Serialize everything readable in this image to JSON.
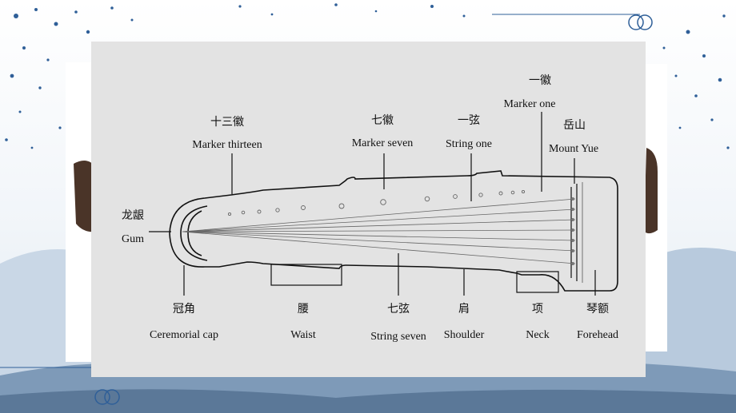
{
  "diagram": {
    "labels": [
      {
        "id": "marker-thirteen",
        "zh": "十三徽",
        "en": "Marker thirteen"
      },
      {
        "id": "marker-seven",
        "zh": "七徽",
        "en": "Marker seven"
      },
      {
        "id": "string-one",
        "zh": "一弦",
        "en": "String one"
      },
      {
        "id": "marker-one",
        "zh": "一徽",
        "en": "Marker one"
      },
      {
        "id": "mount-yue",
        "zh": "岳山",
        "en": "Mount Yue"
      },
      {
        "id": "gum",
        "zh": "龙龈",
        "en": "Gum"
      },
      {
        "id": "ceremorial-cap",
        "zh": "冠角",
        "en": "Ceremorial cap"
      },
      {
        "id": "waist",
        "zh": "腰",
        "en": "Waist"
      },
      {
        "id": "string-seven",
        "zh": "七弦",
        "en": "String seven"
      },
      {
        "id": "shoulder",
        "zh": "肩",
        "en": "Shoulder"
      },
      {
        "id": "neck",
        "zh": "项",
        "en": "Neck"
      },
      {
        "id": "forehead",
        "zh": "琴额",
        "en": "Forehead"
      }
    ]
  },
  "colors": {
    "panel": "#e3e3e3",
    "ink": "#111111",
    "accent": "#2f5f98"
  }
}
